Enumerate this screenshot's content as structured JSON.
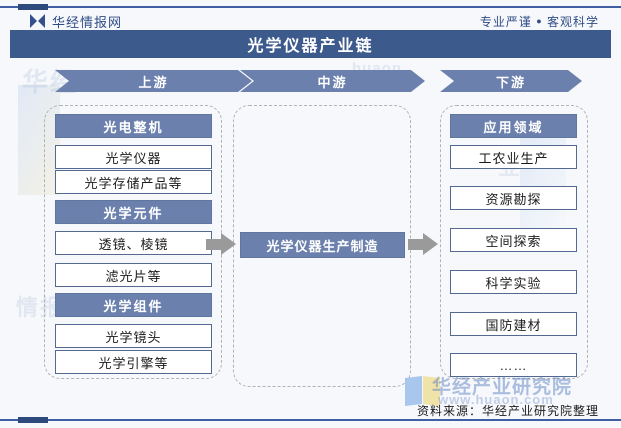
{
  "header": {
    "brand": "华经情报网",
    "brand_logo_icon": "bowtie-logo-icon",
    "tagline_left": "专业严谨",
    "tagline_sep": "●",
    "tagline_right": "客观科学",
    "title": "光学仪器产业链"
  },
  "colors": {
    "title_bar": "#3d5a8c",
    "banner": "#6b80ad",
    "header_box": "#6b80ad",
    "item_border": "#53698f",
    "dashed_border": "#b2b2b2",
    "arrow": "#9a9a9a",
    "rule": "#3f5fa0",
    "brand_text": "#2f4c85"
  },
  "columns": [
    {
      "key": "upstream",
      "banner": "上游",
      "groups": [
        {
          "header": "光电整机",
          "items": [
            "光学仪器",
            "光学存储产品等"
          ]
        },
        {
          "header": "光学元件",
          "items": [
            "透镜、棱镜",
            "滤光片等"
          ]
        },
        {
          "header": "光学组件",
          "items": [
            "光学镜头",
            "光学引擎等"
          ]
        }
      ]
    },
    {
      "key": "midstream",
      "banner": "中游",
      "center_box": "光学仪器生产制造",
      "groups": []
    },
    {
      "key": "downstream",
      "banner": "下游",
      "groups": [
        {
          "header": "应用领域",
          "items": [
            "工农业生产",
            "资源勘探",
            "空间探索",
            "科学实验",
            "国防建材",
            "……"
          ]
        }
      ]
    }
  ],
  "connectors": [
    {
      "name": "arrow-upstream-to-midstream"
    },
    {
      "name": "arrow-midstream-to-downstream"
    }
  ],
  "watermarks": {
    "bg1": "华经",
    "bg2": "情报",
    "bg3": "huaon",
    "bg4": "业",
    "footer_main": "华经产业研究院",
    "footer_sub": "www.huaon.com"
  },
  "footer": {
    "source": "资料来源：华经产业研究院整理"
  }
}
